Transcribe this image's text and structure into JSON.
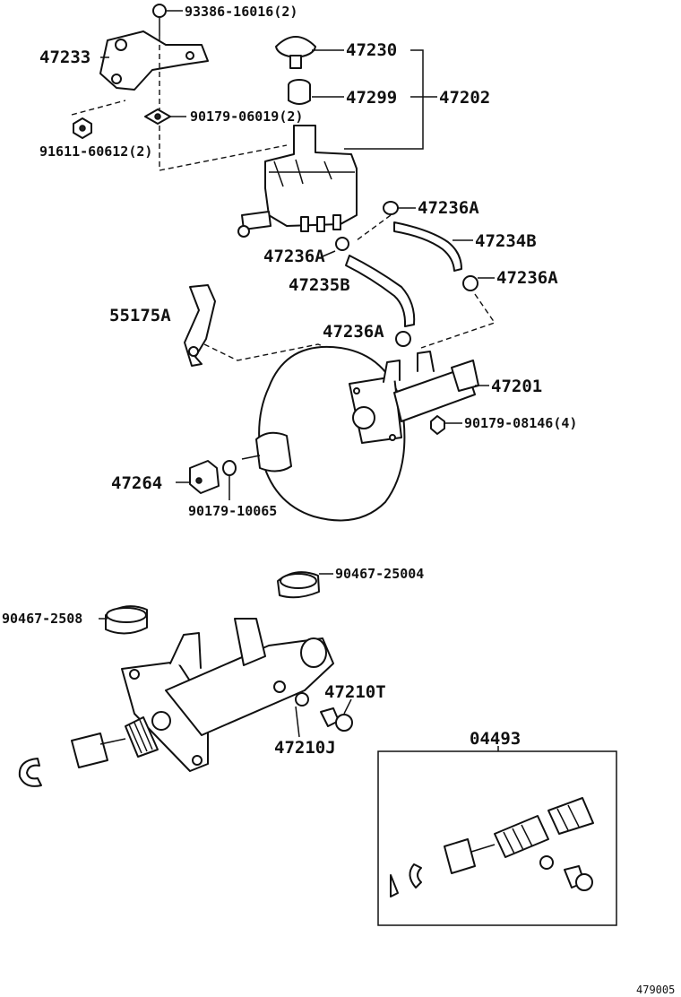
{
  "labels": {
    "p93386": "93386-16016(2)",
    "p47233": "47233",
    "p47230": "47230",
    "p47299": "47299",
    "p47202": "47202",
    "p90179_06019": "90179-06019(2)",
    "p91611": "91611-60612(2)",
    "p47236A_1": "47236A",
    "p47234B": "47234B",
    "p47236A_2": "47236A",
    "p47236A_3": "47236A",
    "p47236A_4": "47236A",
    "p47235B": "47235B",
    "p55175A": "55175A",
    "p47201": "47201",
    "p90179_08146": "90179-08146(4)",
    "p47264": "47264",
    "p90179_10065": "90179-10065",
    "p90467_25004": "90467-25004",
    "p90467_2508": "90467-2508",
    "p47210T": "47210T",
    "p47210J": "47210J",
    "p04493": "04493",
    "diagram_code": "479005"
  }
}
